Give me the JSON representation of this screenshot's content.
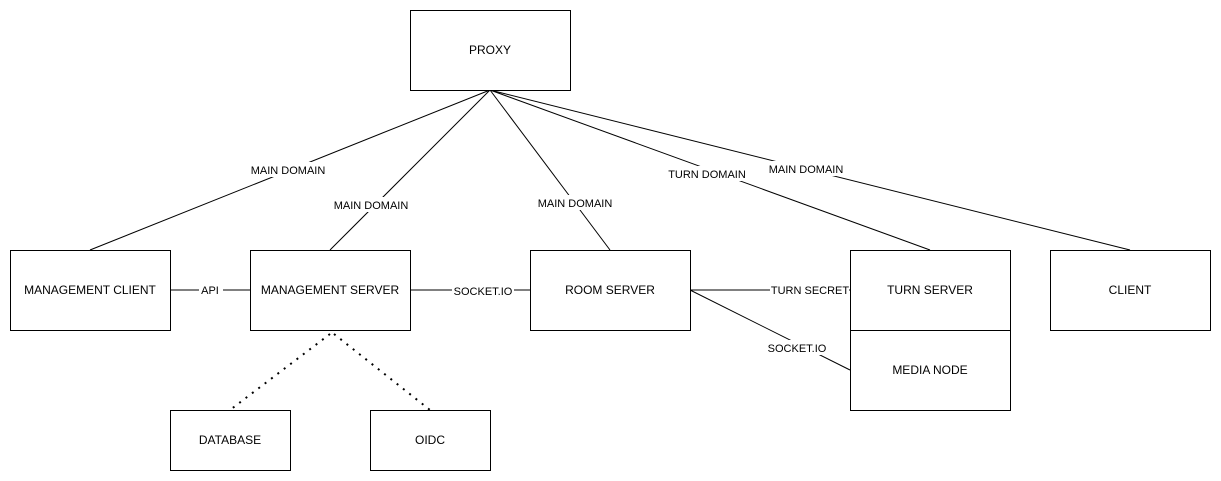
{
  "nodes": {
    "proxy": "PROXY",
    "management_client": "MANAGEMENT CLIENT",
    "management_server": "MANAGEMENT SERVER",
    "room_server": "ROOM SERVER",
    "turn_server": "TURN SERVER",
    "client": "CLIENT",
    "media_node": "MEDIA NODE",
    "database": "DATABASE",
    "oidc": "OIDC"
  },
  "edges": {
    "proxy_to_management_client": "MAIN DOMAIN",
    "proxy_to_management_server": "MAIN DOMAIN",
    "proxy_to_room_server": "MAIN DOMAIN",
    "proxy_to_turn_server": "TURN DOMAIN",
    "proxy_to_client": "MAIN DOMAIN",
    "management_client_to_server": "API",
    "management_server_to_room_server": "SOCKET.IO",
    "room_server_to_turn_server": "TURN SECRET",
    "room_server_to_media_node": "SOCKET.IO"
  }
}
